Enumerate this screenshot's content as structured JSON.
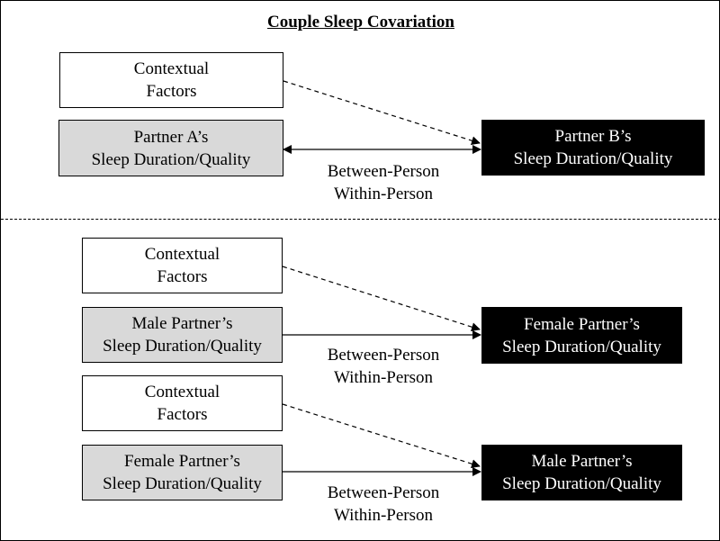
{
  "title": "Couple Sleep Covariation",
  "panel_top": {
    "context_box": {
      "line1": "Contextual",
      "line2": "Factors"
    },
    "predictor_box": {
      "line1": "Partner A’s",
      "line2": "Sleep Duration/Quality"
    },
    "outcome_box": {
      "line1": "Partner B’s",
      "line2": "Sleep Duration/Quality"
    },
    "path_label": {
      "line1": "Between-Person",
      "line2": "Within-Person"
    }
  },
  "panel_bottom": {
    "model_1": {
      "context_box": {
        "line1": "Contextual",
        "line2": "Factors"
      },
      "predictor_box": {
        "line1": "Male Partner’s",
        "line2": "Sleep Duration/Quality"
      },
      "outcome_box": {
        "line1": "Female Partner’s",
        "line2": "Sleep Duration/Quality"
      },
      "path_label": {
        "line1": "Between-Person",
        "line2": "Within-Person"
      }
    },
    "model_2": {
      "context_box": {
        "line1": "Contextual",
        "line2": "Factors"
      },
      "predictor_box": {
        "line1": "Female Partner’s",
        "line2": "Sleep Duration/Quality"
      },
      "outcome_box": {
        "line1": "Male Partner’s",
        "line2": "Sleep Duration/Quality"
      },
      "path_label": {
        "line1": "Between-Person",
        "line2": "Within-Person"
      }
    }
  },
  "colors": {
    "context_fill": "#ffffff",
    "predictor_fill": "#d9d9d9",
    "outcome_fill": "#000000",
    "line": "#000000"
  }
}
